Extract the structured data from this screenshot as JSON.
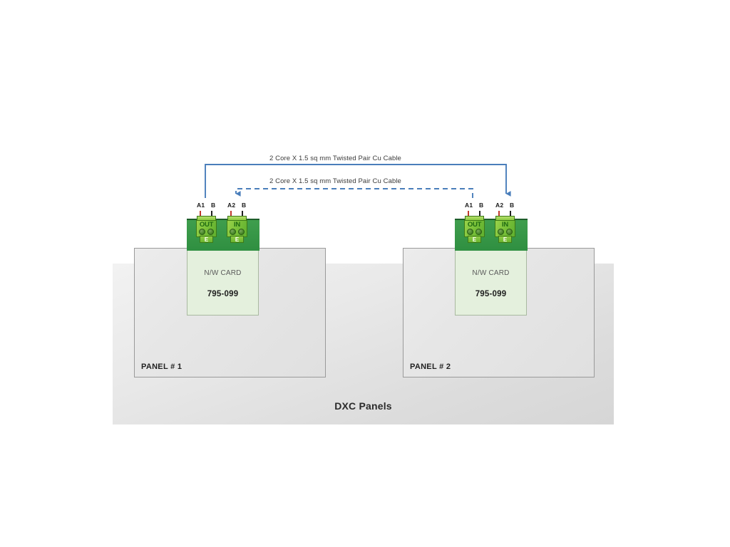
{
  "diagram": {
    "caption": "DXC Panels",
    "cables": [
      {
        "id": "solid",
        "label": "2 Core X 1.5 sq mm Twisted Pair Cu Cable",
        "style": "solid",
        "color": "#4a7ebb"
      },
      {
        "id": "dashed",
        "label": "2 Core X 1.5 sq mm Twisted Pair Cu Cable",
        "style": "dashed",
        "color": "#4a7ebb"
      }
    ],
    "panels": [
      {
        "id": "panel1",
        "label": "PANEL # 1",
        "card": {
          "title": "N/W CARD",
          "code": "795-099"
        },
        "terminals": [
          {
            "id": "out",
            "word": "OUT",
            "earth": "E",
            "pins": [
              "A1",
              "B"
            ]
          },
          {
            "id": "in",
            "word": "IN",
            "earth": "E",
            "pins": [
              "A2",
              "B"
            ]
          }
        ]
      },
      {
        "id": "panel2",
        "label": "PANEL # 2",
        "card": {
          "title": "N/W CARD",
          "code": "795-099"
        },
        "terminals": [
          {
            "id": "out",
            "word": "OUT",
            "earth": "E",
            "pins": [
              "A1",
              "B"
            ]
          },
          {
            "id": "in",
            "word": "IN",
            "earth": "E",
            "pins": [
              "A2",
              "B"
            ]
          }
        ]
      }
    ],
    "colors": {
      "wire": "#4a7ebb",
      "panel_fill": "#e6e6e6",
      "panel_border": "#9a9a9a",
      "card_fill": "#e4f0dd",
      "terminal_bar": "#2f8f41",
      "connector": "#7cc23a",
      "backdrop": "#e2e2e2"
    }
  }
}
